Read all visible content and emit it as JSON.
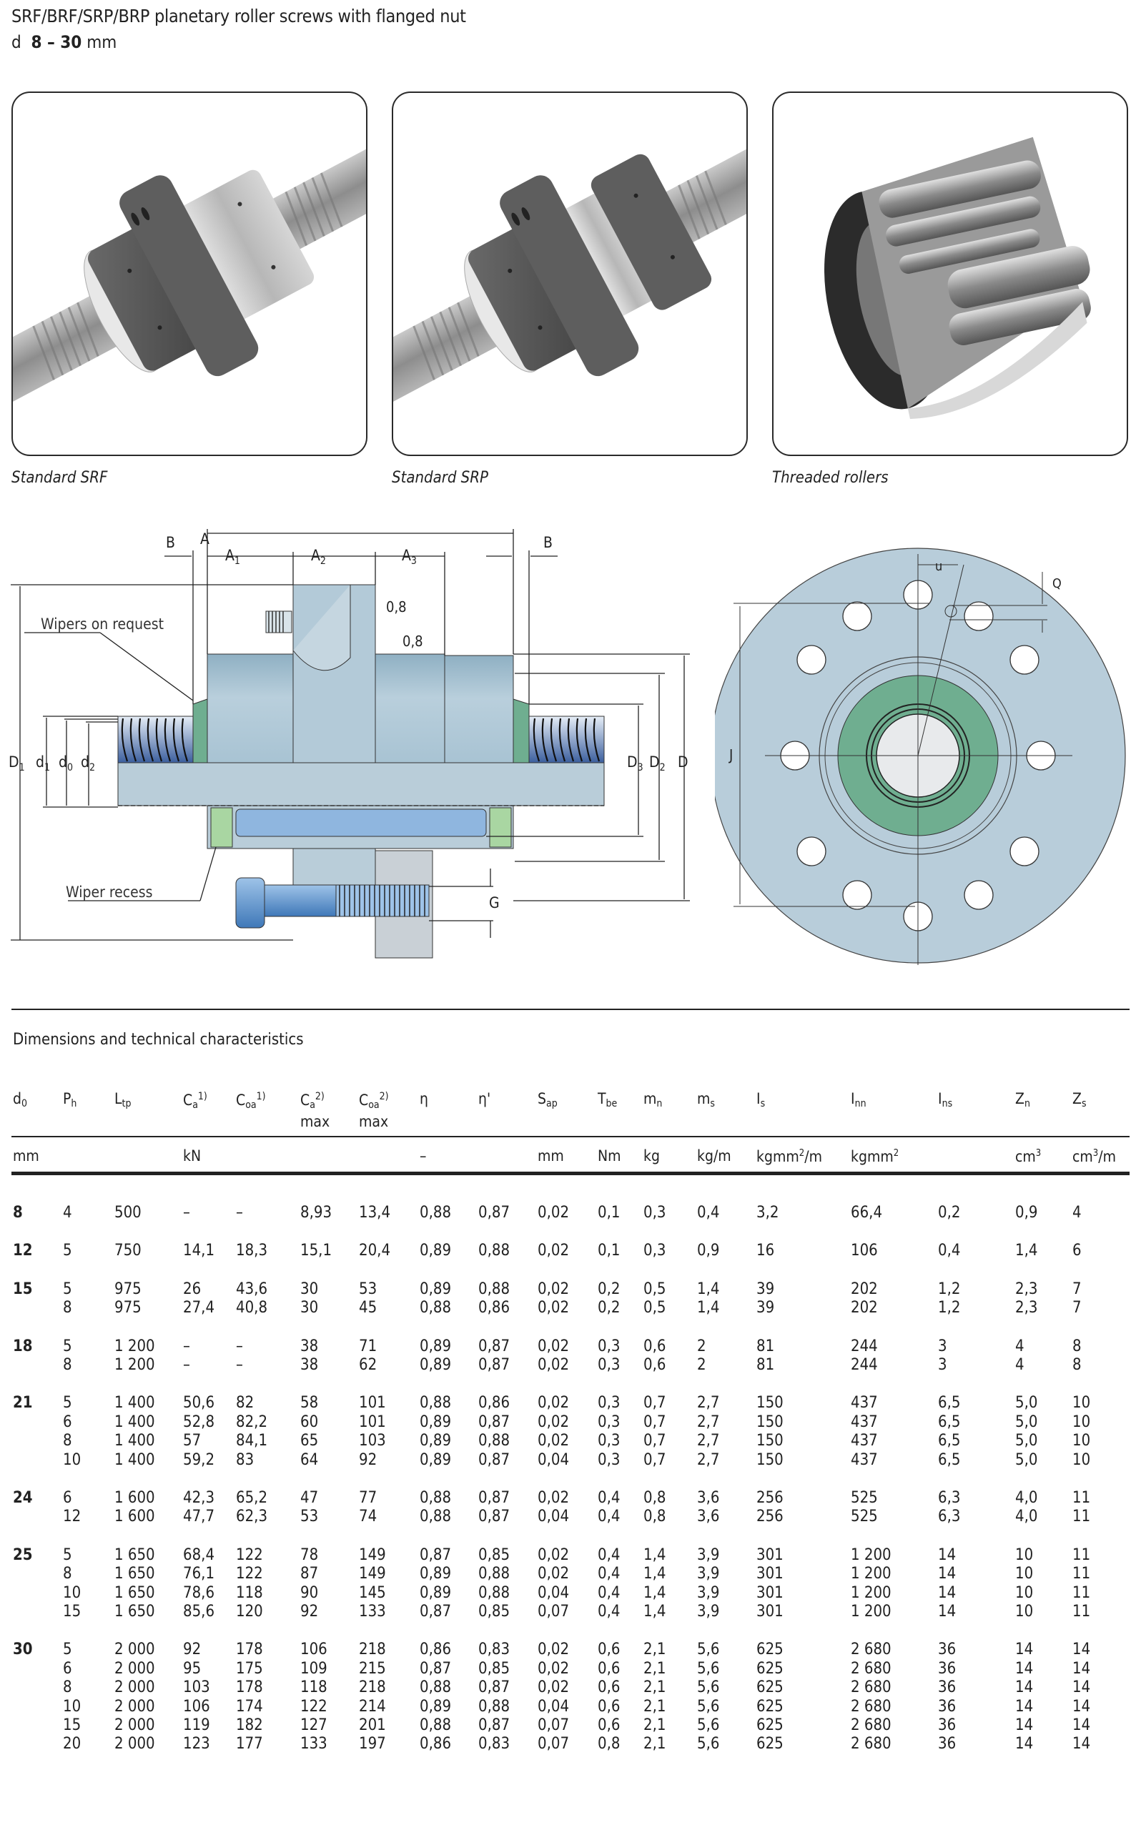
{
  "header": {
    "title": "SRF/BRF/SRP/BRP planetary roller screws with flanged nut",
    "subtitle_prefix": "d",
    "subtitle_range": "8 – 30",
    "subtitle_unit": "mm"
  },
  "photos": [
    {
      "caption": "Standard SRF",
      "icon": "flanged-nut-srf-photo"
    },
    {
      "caption": "Standard SRP",
      "icon": "flanged-nut-srp-photo"
    },
    {
      "caption": "Threaded rollers",
      "icon": "threaded-rollers-cutaway-photo"
    }
  ],
  "drawing": {
    "labels": {
      "A": "A",
      "A1": "A",
      "A1_sub": "1",
      "A2": "A",
      "A2_sub": "2",
      "A3": "A",
      "A3_sub": "3",
      "B": "B",
      "roughness1": "0,8",
      "roughness2": "0,8",
      "wipers": "Wipers on request",
      "wiper_recess": "Wiper recess",
      "D1": "D",
      "D1_sub": "1",
      "d1": "d",
      "d1_sub": "1",
      "d0": "d",
      "d0_sub": "0",
      "d2": "d",
      "d2_sub": "2",
      "D3": "D",
      "D3_sub": "3",
      "D2": "D",
      "D2_sub": "2",
      "D": "D",
      "G": "G",
      "J": "J",
      "u": "u",
      "Q": "Q"
    },
    "colors": {
      "body": "#b9cfdc",
      "body_dark": "#8fb0c3",
      "wiper": "#7cb99a",
      "wiper_light": "#a9d6a2",
      "screw": "#6f8fc0",
      "roller": "#8fb6df",
      "bolt": "#5b8fc7",
      "flange_face": "#b8cdda",
      "seal_green": "#6fae90"
    }
  },
  "table": {
    "title": "Dimensions and technical characteristics",
    "columns": [
      {
        "sym": "d",
        "sub": "0",
        "sup": "",
        "l2": ""
      },
      {
        "sym": "P",
        "sub": "h",
        "sup": "",
        "l2": ""
      },
      {
        "sym": "L",
        "sub": "tp",
        "sup": "",
        "l2": ""
      },
      {
        "sym": "C",
        "sub": "a",
        "sup": "1)",
        "l2": ""
      },
      {
        "sym": "C",
        "sub": "oa",
        "sup": "1)",
        "l2": ""
      },
      {
        "sym": "C",
        "sub": "a",
        "sup": "2)",
        "l2": "max"
      },
      {
        "sym": "C",
        "sub": "oa",
        "sup": "2)",
        "l2": "max"
      },
      {
        "sym": "η",
        "sub": "",
        "sup": "",
        "l2": ""
      },
      {
        "sym": "η'",
        "sub": "",
        "sup": "",
        "l2": ""
      },
      {
        "sym": "S",
        "sub": "ap",
        "sup": "",
        "l2": ""
      },
      {
        "sym": "T",
        "sub": "be",
        "sup": "",
        "l2": ""
      },
      {
        "sym": "m",
        "sub": "n",
        "sup": "",
        "l2": ""
      },
      {
        "sym": "m",
        "sub": "s",
        "sup": "",
        "l2": ""
      },
      {
        "sym": "I",
        "sub": "s",
        "sup": "",
        "l2": ""
      },
      {
        "sym": "I",
        "sub": "nn",
        "sup": "",
        "l2": ""
      },
      {
        "sym": "I",
        "sub": "ns",
        "sup": "",
        "l2": ""
      },
      {
        "sym": "Z",
        "sub": "n",
        "sup": "",
        "l2": ""
      },
      {
        "sym": "Z",
        "sub": "s",
        "sup": "",
        "l2": ""
      }
    ],
    "units": [
      {
        "col": 0,
        "text": "mm",
        "sup": "",
        "after": ""
      },
      {
        "col": 3,
        "text": "kN",
        "sup": "",
        "after": ""
      },
      {
        "col": 7,
        "text": "–",
        "sup": "",
        "after": ""
      },
      {
        "col": 9,
        "text": "mm",
        "sup": "",
        "after": ""
      },
      {
        "col": 10,
        "text": "Nm",
        "sup": "",
        "after": ""
      },
      {
        "col": 11,
        "text": "kg",
        "sup": "",
        "after": ""
      },
      {
        "col": 12,
        "text": "kg/m",
        "sup": "",
        "after": ""
      },
      {
        "col": 13,
        "text": "kgmm",
        "sup": "2",
        "after": "/m"
      },
      {
        "col": 14,
        "text": "kgmm",
        "sup": "2",
        "after": ""
      },
      {
        "col": 16,
        "text": "cm",
        "sup": "3",
        "after": ""
      },
      {
        "col": 17,
        "text": "cm",
        "sup": "3",
        "after": "/m"
      }
    ],
    "groups": [
      {
        "d0": "8",
        "rows": [
          [
            "4",
            "500",
            "–",
            "–",
            "8,93",
            "13,4",
            "0,88",
            "0,87",
            "0,02",
            "0,1",
            "0,3",
            "0,4",
            "3,2",
            "66,4",
            "0,2",
            "0,9",
            "4"
          ]
        ]
      },
      {
        "d0": "12",
        "rows": [
          [
            "5",
            "750",
            "14,1",
            "18,3",
            "15,1",
            "20,4",
            "0,89",
            "0,88",
            "0,02",
            "0,1",
            "0,3",
            "0,9",
            "16",
            "106",
            "0,4",
            "1,4",
            "6"
          ]
        ]
      },
      {
        "d0": "15",
        "rows": [
          [
            "5",
            "975",
            "26",
            "43,6",
            "30",
            "53",
            "0,89",
            "0,88",
            "0,02",
            "0,2",
            "0,5",
            "1,4",
            "39",
            "202",
            "1,2",
            "2,3",
            "7"
          ],
          [
            "8",
            "975",
            "27,4",
            "40,8",
            "30",
            "45",
            "0,88",
            "0,86",
            "0,02",
            "0,2",
            "0,5",
            "1,4",
            "39",
            "202",
            "1,2",
            "2,3",
            "7"
          ]
        ]
      },
      {
        "d0": "18",
        "rows": [
          [
            "5",
            "1 200",
            "–",
            "–",
            "38",
            "71",
            "0,89",
            "0,87",
            "0,02",
            "0,3",
            "0,6",
            "2",
            "81",
            "244",
            "3",
            "4",
            "8"
          ],
          [
            "8",
            "1 200",
            "–",
            "–",
            "38",
            "62",
            "0,89",
            "0,87",
            "0,02",
            "0,3",
            "0,6",
            "2",
            "81",
            "244",
            "3",
            "4",
            "8"
          ]
        ]
      },
      {
        "d0": "21",
        "rows": [
          [
            "5",
            "1 400",
            "50,6",
            "82",
            "58",
            "101",
            "0,88",
            "0,86",
            "0,02",
            "0,3",
            "0,7",
            "2,7",
            "150",
            "437",
            "6,5",
            "5,0",
            "10"
          ],
          [
            "6",
            "1 400",
            "52,8",
            "82,2",
            "60",
            "101",
            "0,89",
            "0,87",
            "0,02",
            "0,3",
            "0,7",
            "2,7",
            "150",
            "437",
            "6,5",
            "5,0",
            "10"
          ],
          [
            "8",
            "1 400",
            "57",
            "84,1",
            "65",
            "103",
            "0,89",
            "0,88",
            "0,02",
            "0,3",
            "0,7",
            "2,7",
            "150",
            "437",
            "6,5",
            "5,0",
            "10"
          ],
          [
            "10",
            "1 400",
            "59,2",
            "83",
            "64",
            "92",
            "0,89",
            "0,87",
            "0,04",
            "0,3",
            "0,7",
            "2,7",
            "150",
            "437",
            "6,5",
            "5,0",
            "10"
          ]
        ]
      },
      {
        "d0": "24",
        "rows": [
          [
            "6",
            "1 600",
            "42,3",
            "65,2",
            "47",
            "77",
            "0,88",
            "0,87",
            "0,02",
            "0,4",
            "0,8",
            "3,6",
            "256",
            "525",
            "6,3",
            "4,0",
            "11"
          ],
          [
            "12",
            "1 600",
            "47,7",
            "62,3",
            "53",
            "74",
            "0,88",
            "0,87",
            "0,04",
            "0,4",
            "0,8",
            "3,6",
            "256",
            "525",
            "6,3",
            "4,0",
            "11"
          ]
        ]
      },
      {
        "d0": "25",
        "rows": [
          [
            "5",
            "1 650",
            "68,4",
            "122",
            "78",
            "149",
            "0,87",
            "0,85",
            "0,02",
            "0,4",
            "1,4",
            "3,9",
            "301",
            "1 200",
            "14",
            "10",
            "11"
          ],
          [
            "8",
            "1 650",
            "76,1",
            "122",
            "87",
            "149",
            "0,89",
            "0,88",
            "0,02",
            "0,4",
            "1,4",
            "3,9",
            "301",
            "1 200",
            "14",
            "10",
            "11"
          ],
          [
            "10",
            "1 650",
            "78,6",
            "118",
            "90",
            "145",
            "0,89",
            "0,88",
            "0,04",
            "0,4",
            "1,4",
            "3,9",
            "301",
            "1 200",
            "14",
            "10",
            "11"
          ],
          [
            "15",
            "1 650",
            "85,6",
            "120",
            "92",
            "133",
            "0,87",
            "0,85",
            "0,07",
            "0,4",
            "1,4",
            "3,9",
            "301",
            "1 200",
            "14",
            "10",
            "11"
          ]
        ]
      },
      {
        "d0": "30",
        "rows": [
          [
            "5",
            "2 000",
            "92",
            "178",
            "106",
            "218",
            "0,86",
            "0,83",
            "0,02",
            "0,6",
            "2,1",
            "5,6",
            "625",
            "2 680",
            "36",
            "14",
            "14"
          ],
          [
            "6",
            "2 000",
            "95",
            "175",
            "109",
            "215",
            "0,87",
            "0,85",
            "0,02",
            "0,6",
            "2,1",
            "5,6",
            "625",
            "2 680",
            "36",
            "14",
            "14"
          ],
          [
            "8",
            "2 000",
            "103",
            "178",
            "118",
            "218",
            "0,88",
            "0,87",
            "0,02",
            "0,6",
            "2,1",
            "5,6",
            "625",
            "2 680",
            "36",
            "14",
            "14"
          ],
          [
            "10",
            "2 000",
            "106",
            "174",
            "122",
            "214",
            "0,89",
            "0,88",
            "0,04",
            "0,6",
            "2,1",
            "5,6",
            "625",
            "2 680",
            "36",
            "14",
            "14"
          ],
          [
            "15",
            "2 000",
            "119",
            "182",
            "127",
            "201",
            "0,88",
            "0,87",
            "0,07",
            "0,6",
            "2,1",
            "5,6",
            "625",
            "2 680",
            "36",
            "14",
            "14"
          ],
          [
            "20",
            "2 000",
            "123",
            "177",
            "133",
            "197",
            "0,86",
            "0,83",
            "0,07",
            "0,8",
            "2,1",
            "5,6",
            "625",
            "2 680",
            "36",
            "14",
            "14"
          ]
        ]
      }
    ]
  }
}
